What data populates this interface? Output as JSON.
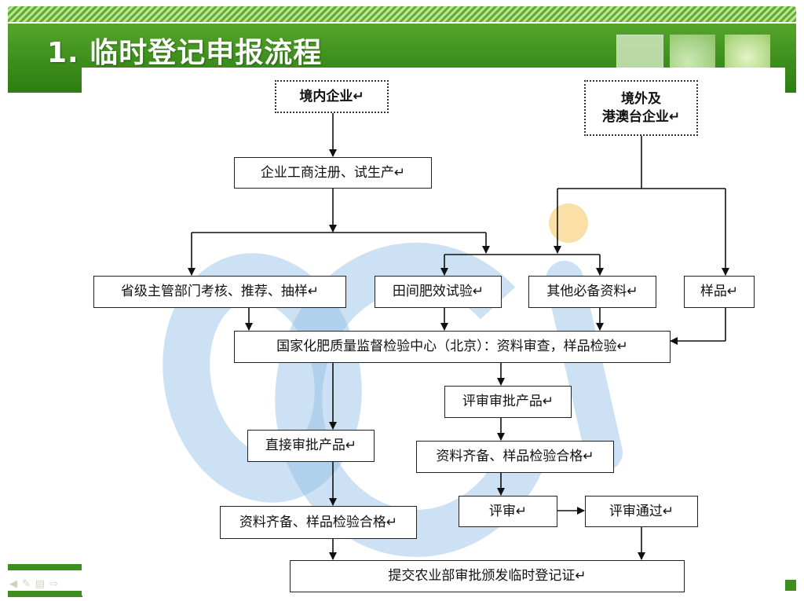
{
  "slide": {
    "title": "1.  临时登记申报流程",
    "nav_icons": [
      "back-icon",
      "edit-icon",
      "menu-icon",
      "forward-icon"
    ]
  },
  "flow": {
    "domestic": "境内企业↵",
    "foreign": "境外及\n港澳台企业↵",
    "registration": "企业工商注册、试生产↵",
    "provincial": "省级主管部门考核、推荐、抽样↵",
    "field_trial": "田间肥效试验↵",
    "other_docs": "其他必备资料↵",
    "sample": "样品↵",
    "center": "国家化肥质量监督检验中心（北京）：资料审查，样品检验↵",
    "review_product": "评审审批产品↵",
    "direct_product": "直接审批产品↵",
    "docs_ok_right": "资料齐备、样品检验合格↵",
    "review": "评审↵",
    "review_pass": "评审通过↵",
    "docs_ok_left": "资料齐备、样品检验合格↵",
    "final": "提交农业部审批颁发临时登记证↵"
  },
  "watermark": {
    "text": "oci",
    "color": "#7fb3e0",
    "dot_color": "#f7c96a"
  }
}
